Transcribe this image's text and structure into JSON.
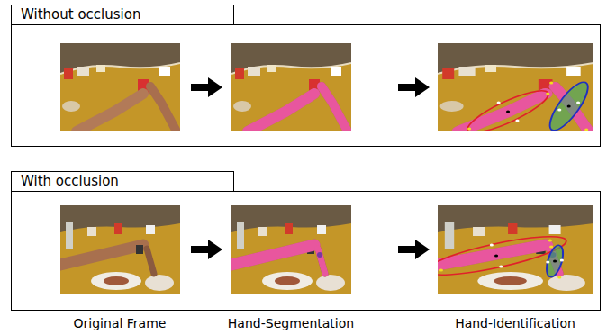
{
  "diagram": {
    "nodes": [
      {
        "text": [
          "Without occlusion"
        ]
      },
      {
        "text": [
          "With occlusion"
        ]
      }
    ],
    "labels": [
      "Original Frame",
      "Hand-Segmentation",
      "Hand-Identification"
    ]
  }
}
